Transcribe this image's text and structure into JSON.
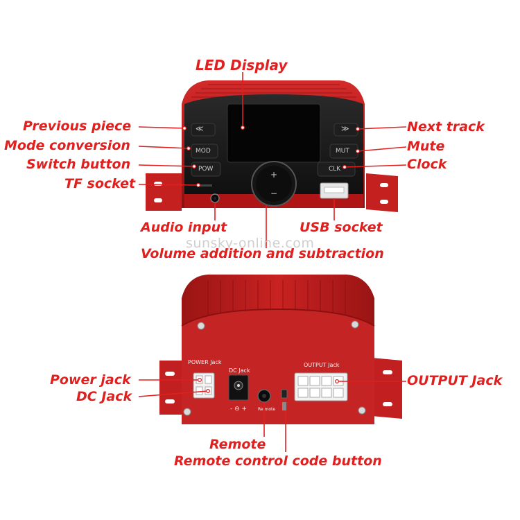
{
  "watermark": "sunsky-online.com",
  "front_labels": {
    "led_display": "LED Display",
    "previous_piece": "Previous piece",
    "mode_conversion": "Mode conversion",
    "switch_button": "Switch button",
    "tf_socket": "TF socket",
    "next_track": "Next track",
    "mute": "Mute",
    "clock": "Clock",
    "audio_input": "Audio input",
    "usb_socket": "USB socket",
    "volume": "Volume addition and subtraction"
  },
  "back_labels": {
    "power_jack": "Power jack",
    "dc_jack": "DC Jack",
    "output_jack": "OUTPUT Jack",
    "remote": "Remote",
    "remote_code_button": "Remote control code button"
  },
  "device_text": {
    "prev_button": "≪",
    "mod_button": "MOD",
    "pow_button": "POW",
    "next_button": "≫",
    "mut_button": "MUT",
    "clk_button": "CLK",
    "power_jack_print": "POWER Jack",
    "dc_jack_print": "DC Jack",
    "output_jack_print": "OUTPUT Jack",
    "remote_print": "Re mote"
  },
  "colors": {
    "label_red": "#e01f1f",
    "body_red": "#b01515",
    "panel_black": "#141414"
  }
}
